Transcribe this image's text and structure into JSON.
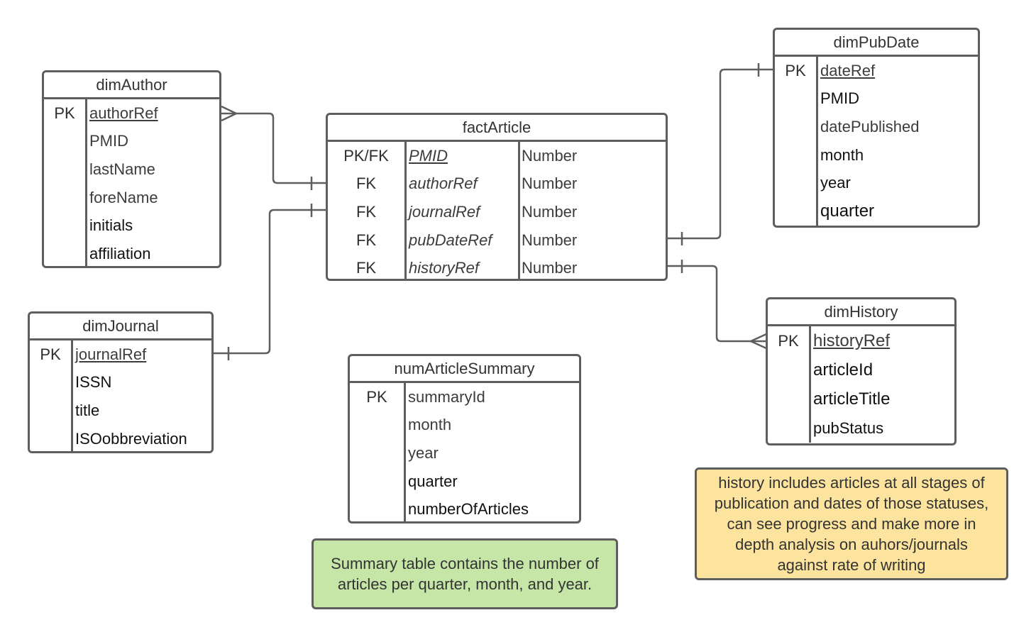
{
  "entities": {
    "dimAuthor": {
      "title": "dimAuthor",
      "rows": [
        {
          "key": "PK",
          "field": "authorRef"
        },
        {
          "key": "",
          "field": "PMID"
        },
        {
          "key": "",
          "field": "lastName"
        },
        {
          "key": "",
          "field": "foreName"
        },
        {
          "key": "",
          "field": "initials"
        },
        {
          "key": "",
          "field": "affiliation"
        }
      ]
    },
    "factArticle": {
      "title": "factArticle",
      "rows": [
        {
          "key": "PK/FK",
          "field": "PMID",
          "type": "Number"
        },
        {
          "key": "FK",
          "field": "authorRef",
          "type": "Number"
        },
        {
          "key": "FK",
          "field": "journalRef",
          "type": "Number"
        },
        {
          "key": "FK",
          "field": "pubDateRef",
          "type": "Number"
        },
        {
          "key": "FK",
          "field": "historyRef",
          "type": "Number"
        }
      ]
    },
    "dimPubDate": {
      "title": "dimPubDate",
      "rows": [
        {
          "key": "PK",
          "field": "dateRef"
        },
        {
          "key": "",
          "field": "PMID"
        },
        {
          "key": "",
          "field": "datePublished"
        },
        {
          "key": "",
          "field": "month"
        },
        {
          "key": "",
          "field": "year"
        },
        {
          "key": "",
          "field": "quarter"
        }
      ]
    },
    "dimJournal": {
      "title": "dimJournal",
      "rows": [
        {
          "key": "PK",
          "field": "journalRef"
        },
        {
          "key": "",
          "field": "ISSN"
        },
        {
          "key": "",
          "field": "title"
        },
        {
          "key": "",
          "field": "ISOobbreviation"
        }
      ]
    },
    "numArticleSummary": {
      "title": "numArticleSummary",
      "rows": [
        {
          "key": "PK",
          "field": "summaryId"
        },
        {
          "key": "",
          "field": "month"
        },
        {
          "key": "",
          "field": "year"
        },
        {
          "key": "",
          "field": "quarter"
        },
        {
          "key": "",
          "field": "numberOfArticles"
        }
      ]
    },
    "dimHistory": {
      "title": "dimHistory",
      "rows": [
        {
          "key": "PK",
          "field": "historyRef"
        },
        {
          "key": "",
          "field": "articleId"
        },
        {
          "key": "",
          "field": "articleTitle"
        },
        {
          "key": "",
          "field": "pubStatus"
        }
      ]
    }
  },
  "notes": {
    "summary": {
      "line1": "Summary table contains the number of",
      "line2": "articles per quarter, month, and year.",
      "color": "#c5e6a6"
    },
    "history": {
      "line1": "history includes articles at all stages of",
      "line2": "publication and dates of those statuses,",
      "line3": "can see progress and make more in",
      "line4": "depth analysis on auhors/journals",
      "line5": "against rate of writing",
      "color": "#fde49e"
    }
  },
  "relationships": [
    {
      "from": "dimAuthor.authorRef",
      "from_cardinality": "many",
      "to": "factArticle.authorRef",
      "to_cardinality": "one"
    },
    {
      "from": "dimJournal.journalRef",
      "from_cardinality": "one",
      "to": "factArticle.journalRef",
      "to_cardinality": "one"
    },
    {
      "from": "factArticle.pubDateRef",
      "from_cardinality": "one",
      "to": "dimPubDate.dateRef",
      "to_cardinality": "one"
    },
    {
      "from": "factArticle.historyRef",
      "from_cardinality": "one",
      "to": "dimHistory.historyRef",
      "to_cardinality": "many"
    }
  ]
}
